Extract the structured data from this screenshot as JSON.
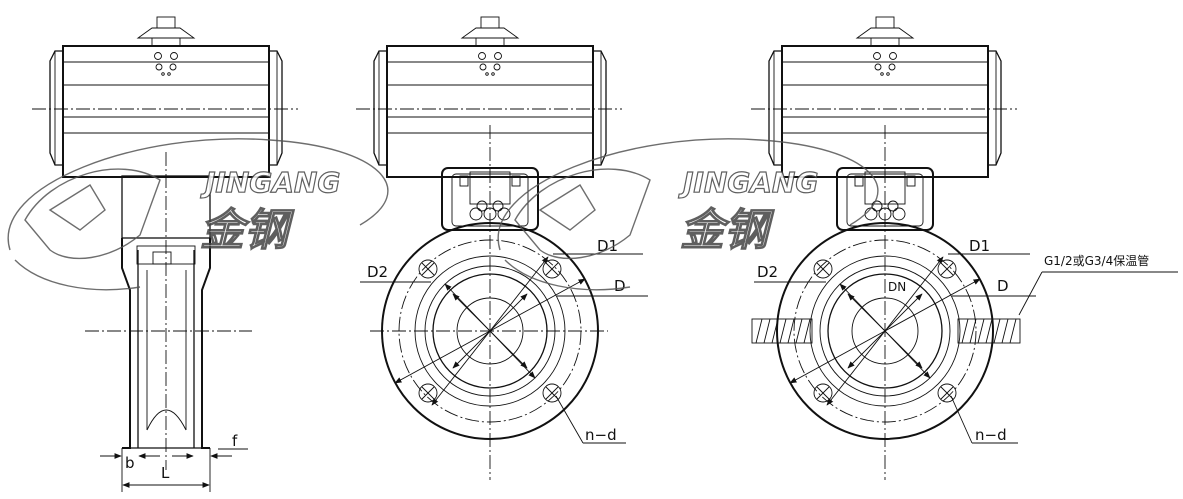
{
  "labels": {
    "b": "b",
    "L": "L",
    "f": "f",
    "d1": "D1",
    "d2": "D2",
    "d": "D",
    "nd": "n−d",
    "dn": "DN",
    "pipe_note": "G1/2或G3/4保温管"
  },
  "watermark": {
    "latin": "JINGANG",
    "chinese": "金钢"
  }
}
